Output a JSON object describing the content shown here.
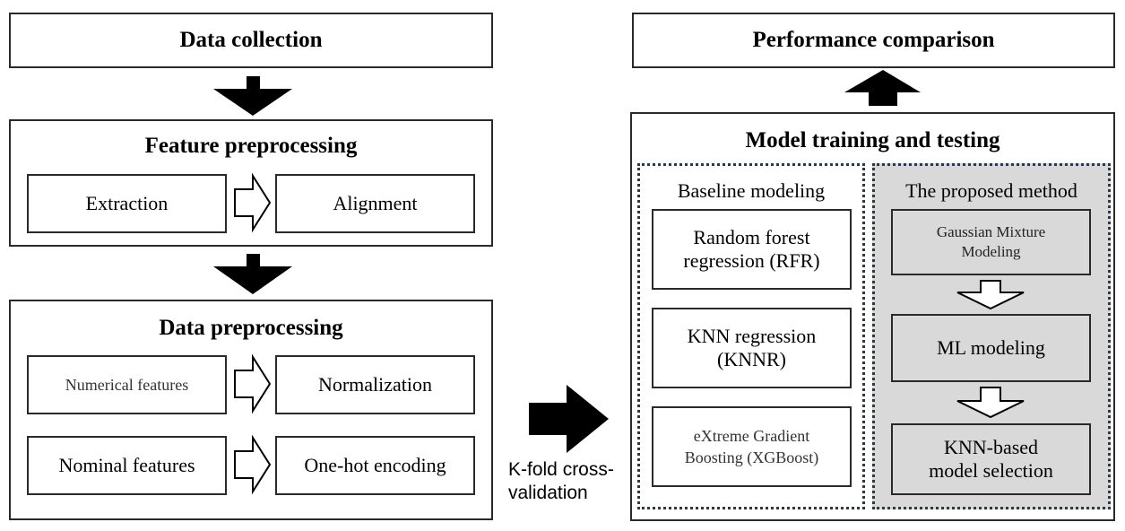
{
  "data_collection": "Data collection",
  "feature_preprocessing": {
    "title": "Feature preprocessing",
    "left": "Extraction",
    "right": "Alignment"
  },
  "data_preprocessing": {
    "title": "Data preprocessing",
    "rows": [
      {
        "left": "Numerical features",
        "right": "Normalization"
      },
      {
        "left": "Nominal features",
        "right": "One-hot encoding"
      }
    ]
  },
  "cross_validation_label_line1": "K-fold cross-",
  "cross_validation_label_line2": "validation",
  "performance_comparison": "Performance comparison",
  "model_training": {
    "title": "Model training and testing",
    "baseline": {
      "title": "Baseline modeling",
      "models": [
        {
          "line1": "Random forest",
          "line2": "regression (RFR)"
        },
        {
          "line1": "KNN regression",
          "line2": "(KNNR)"
        },
        {
          "line1": "eXtreme Gradient",
          "line2": "Boosting (XGBoost)"
        }
      ]
    },
    "proposed": {
      "title": "The proposed method",
      "steps": [
        {
          "line1": "Gaussian Mixture",
          "line2": "Modeling"
        },
        {
          "line1": "ML modeling",
          "line2": ""
        },
        {
          "line1": "KNN-based",
          "line2": "model selection"
        }
      ]
    }
  },
  "colors": {
    "arrow": "#000000",
    "border": "#2a2a2a",
    "shaded": "#d9d9d9"
  }
}
